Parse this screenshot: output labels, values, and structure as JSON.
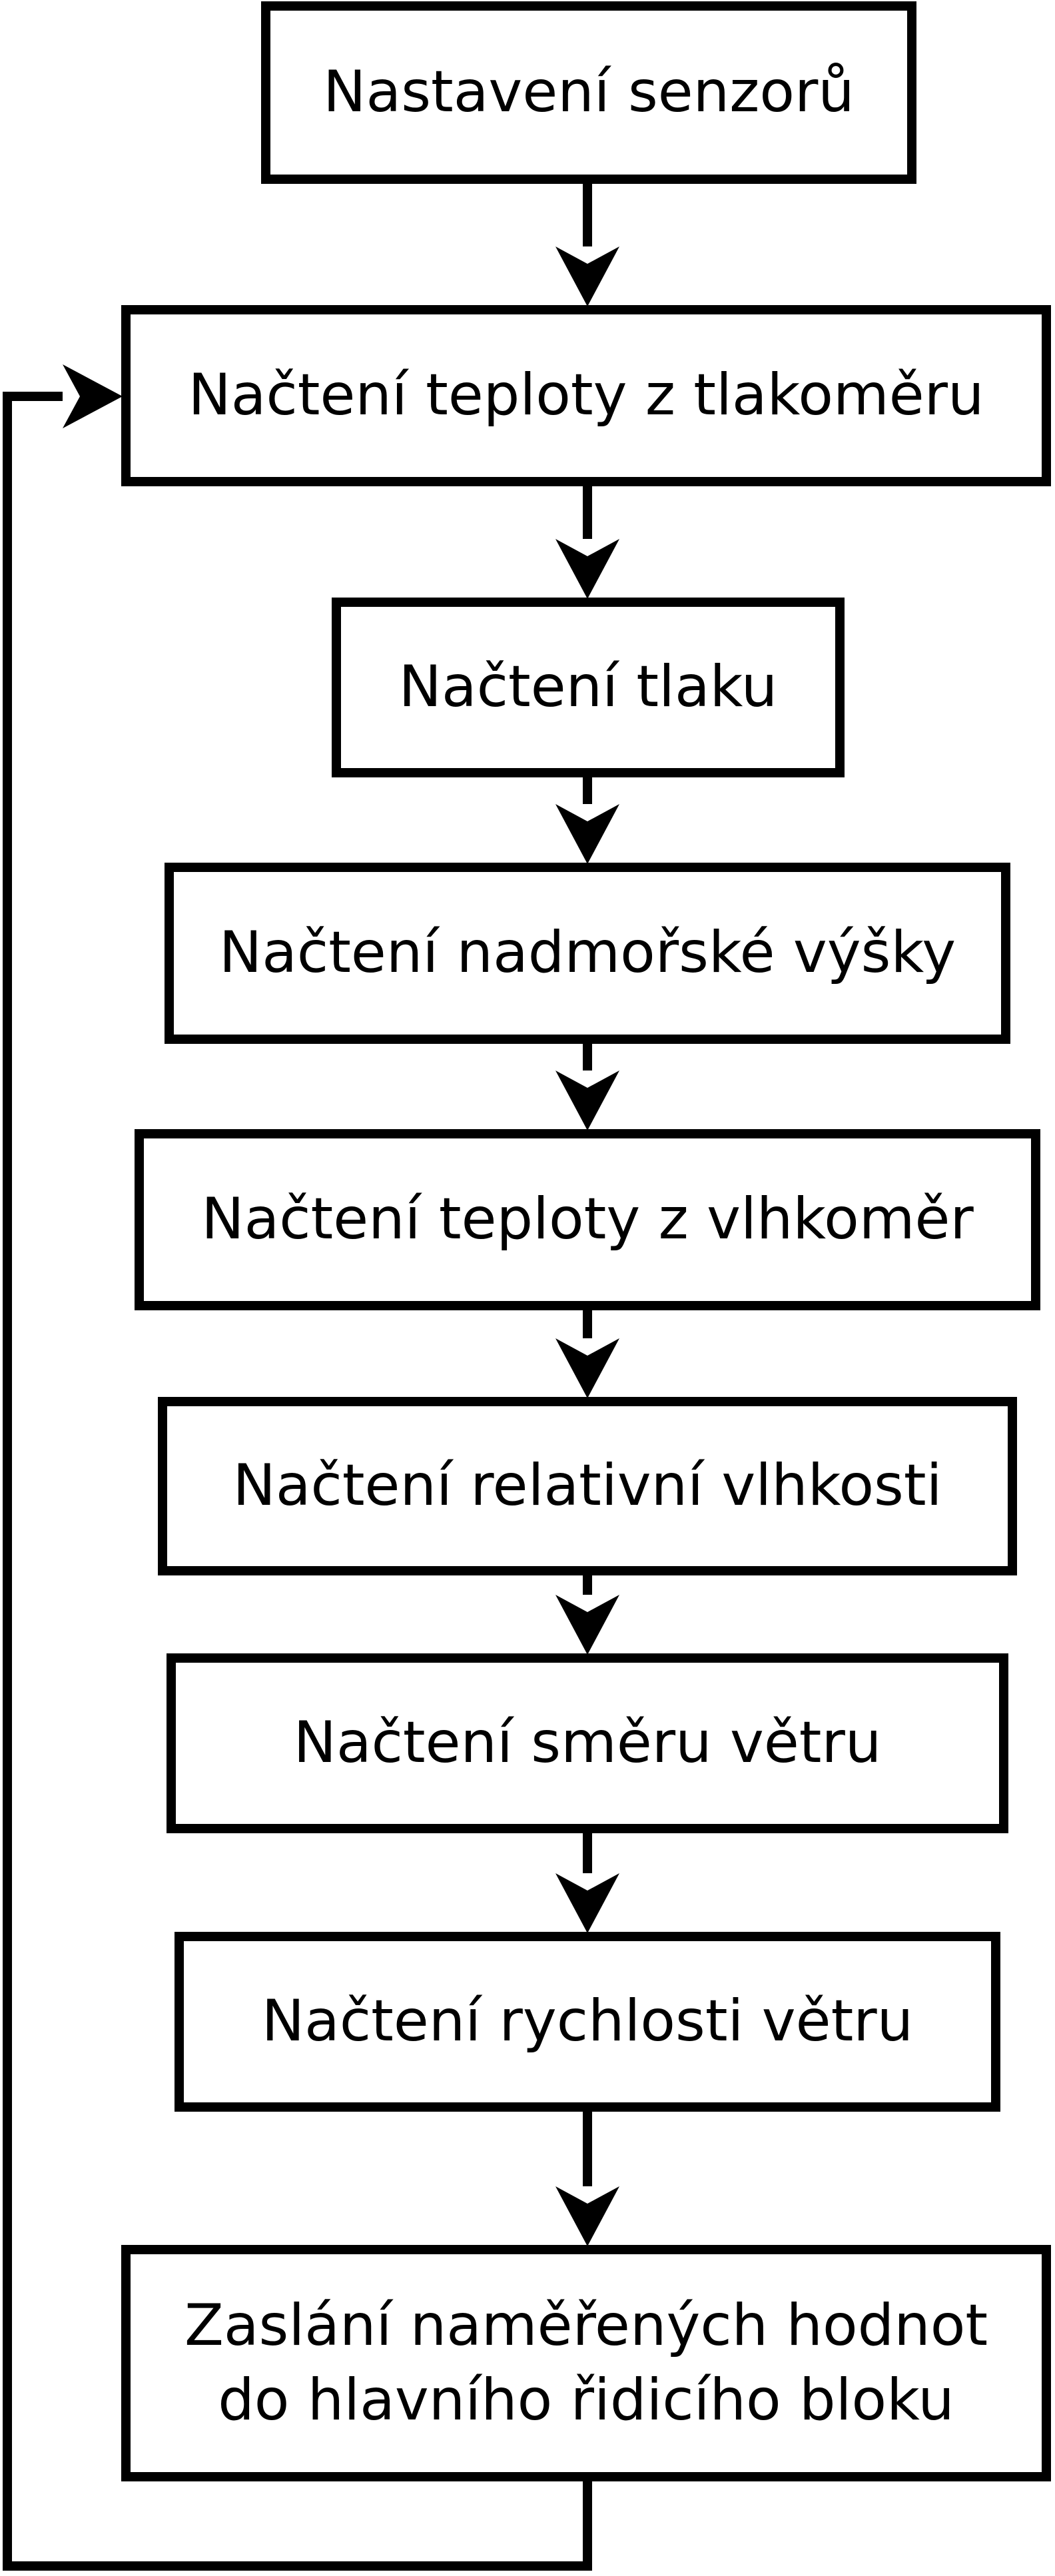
{
  "diagram": {
    "type": "flowchart",
    "background_color": "#ffffff",
    "stroke_color": "#000000",
    "text_color": "#000000",
    "steps": [
      {
        "id": 1,
        "label": "Nastavení senzorů"
      },
      {
        "id": 2,
        "label": "Načtení teploty z tlakoměru"
      },
      {
        "id": 3,
        "label": "Načtení tlaku"
      },
      {
        "id": 4,
        "label": "Načtení nadmořské výšky"
      },
      {
        "id": 5,
        "label": "Načtení teploty z vlhkoměr"
      },
      {
        "id": 6,
        "label": "Načtení relativní vlhkosti"
      },
      {
        "id": 7,
        "label": "Načtení směru větru"
      },
      {
        "id": 8,
        "label": "Načtení rychlosti větru"
      },
      {
        "id": 9,
        "label": "Zaslání naměřených hodnot\ndo hlavního řidicího bloku"
      }
    ],
    "connections": [
      {
        "from": 1,
        "to": 2,
        "type": "arrow-down"
      },
      {
        "from": 2,
        "to": 3,
        "type": "arrow-down"
      },
      {
        "from": 3,
        "to": 4,
        "type": "arrow-down"
      },
      {
        "from": 4,
        "to": 5,
        "type": "arrow-down"
      },
      {
        "from": 5,
        "to": 6,
        "type": "arrow-down"
      },
      {
        "from": 6,
        "to": 7,
        "type": "arrow-down"
      },
      {
        "from": 7,
        "to": 8,
        "type": "arrow-down"
      },
      {
        "from": 8,
        "to": 9,
        "type": "arrow-down"
      },
      {
        "from": 9,
        "to": 2,
        "type": "loop-back-left-arrow-right"
      }
    ]
  }
}
